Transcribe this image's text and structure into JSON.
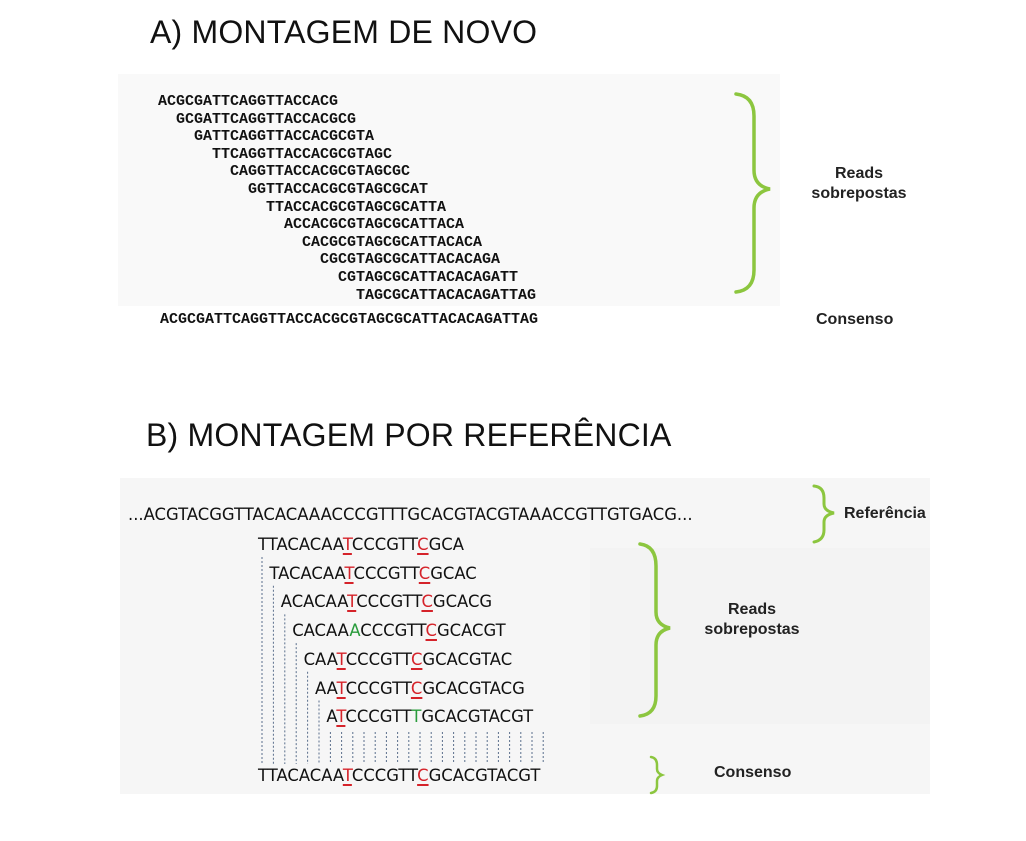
{
  "section_a": {
    "title": "A) MONTAGEM DE NOVO",
    "reads": [
      "ACGCGATTCAGGTTACCACG",
      "GCGATTCAGGTTACCACGCG",
      "GATTCAGGTTACCACGCGTA",
      "TTCAGGTTACCACGCGTAGC",
      "CAGGTTACCACGCGTAGCGC",
      "GGTTACCACGCGTAGCGCAT",
      "TTACCACGCGTAGCGCATTA",
      "ACCACGCGTAGCGCATTACA",
      "CACGCGTAGCGCATTACACA",
      "CGCGTAGCGCATTACACAGA",
      "CGTAGCGCATTACACAGATT",
      "TAGCGCATTACACAGATTAG"
    ],
    "consensus": "ACGCGATTCAGGTTACCACGCGTAGCGCATTACACAGATTAG",
    "label_reads_line1": "Reads",
    "label_reads_line2": "sobrepostas",
    "label_consensus": "Consenso"
  },
  "section_b": {
    "title": "B) MONTAGEM POR REFERÊNCIA",
    "reference": "...ACGTACGGTTACACAAACCCGTTTGCACGTACGTAAACCGTTGTGACG...",
    "label_reference": "Referência",
    "reads": [
      [
        {
          "t": "TTACACAA"
        },
        {
          "t": "T",
          "m": "red"
        },
        {
          "t": "CCCGTT"
        },
        {
          "t": "C",
          "m": "red"
        },
        {
          "t": "GCA"
        }
      ],
      [
        {
          "t": "TACACAA"
        },
        {
          "t": "T",
          "m": "red"
        },
        {
          "t": "CCCGTT"
        },
        {
          "t": "C",
          "m": "red"
        },
        {
          "t": "GCAC"
        }
      ],
      [
        {
          "t": "ACACAA"
        },
        {
          "t": "T",
          "m": "red"
        },
        {
          "t": "CCCGTT"
        },
        {
          "t": "C",
          "m": "red"
        },
        {
          "t": "GCACG"
        }
      ],
      [
        {
          "t": "CACAA"
        },
        {
          "t": "A",
          "m": "green"
        },
        {
          "t": "CCCGTT"
        },
        {
          "t": "C",
          "m": "red"
        },
        {
          "t": "GCACGT"
        }
      ],
      [
        {
          "t": "CAA"
        },
        {
          "t": "T",
          "m": "red"
        },
        {
          "t": "CCCGTT"
        },
        {
          "t": "C",
          "m": "red"
        },
        {
          "t": "GCACGTAC"
        }
      ],
      [
        {
          "t": "AA"
        },
        {
          "t": "T",
          "m": "red"
        },
        {
          "t": "CCCGTT"
        },
        {
          "t": "C",
          "m": "red"
        },
        {
          "t": "GCACGTACG"
        }
      ],
      [
        {
          "t": "A"
        },
        {
          "t": "T",
          "m": "red"
        },
        {
          "t": "CCCGTT"
        },
        {
          "t": "T",
          "m": "green"
        },
        {
          "t": "GCACGTACGT"
        }
      ]
    ],
    "consensus": [
      {
        "t": "TTACACAA"
      },
      {
        "t": "T",
        "m": "red"
      },
      {
        "t": "CCCGTT"
      },
      {
        "t": "C",
        "m": "red"
      },
      {
        "t": "GCACGTACGT"
      }
    ],
    "label_reads_line1": "Reads",
    "label_reads_line2": "sobrepostas",
    "label_consensus": "Consenso"
  },
  "colors": {
    "brace": "#8cc63f",
    "mismatch_red": "#d5232a",
    "mismatch_green": "#2a9c3c",
    "dotted_line": "#5a6f8c"
  }
}
